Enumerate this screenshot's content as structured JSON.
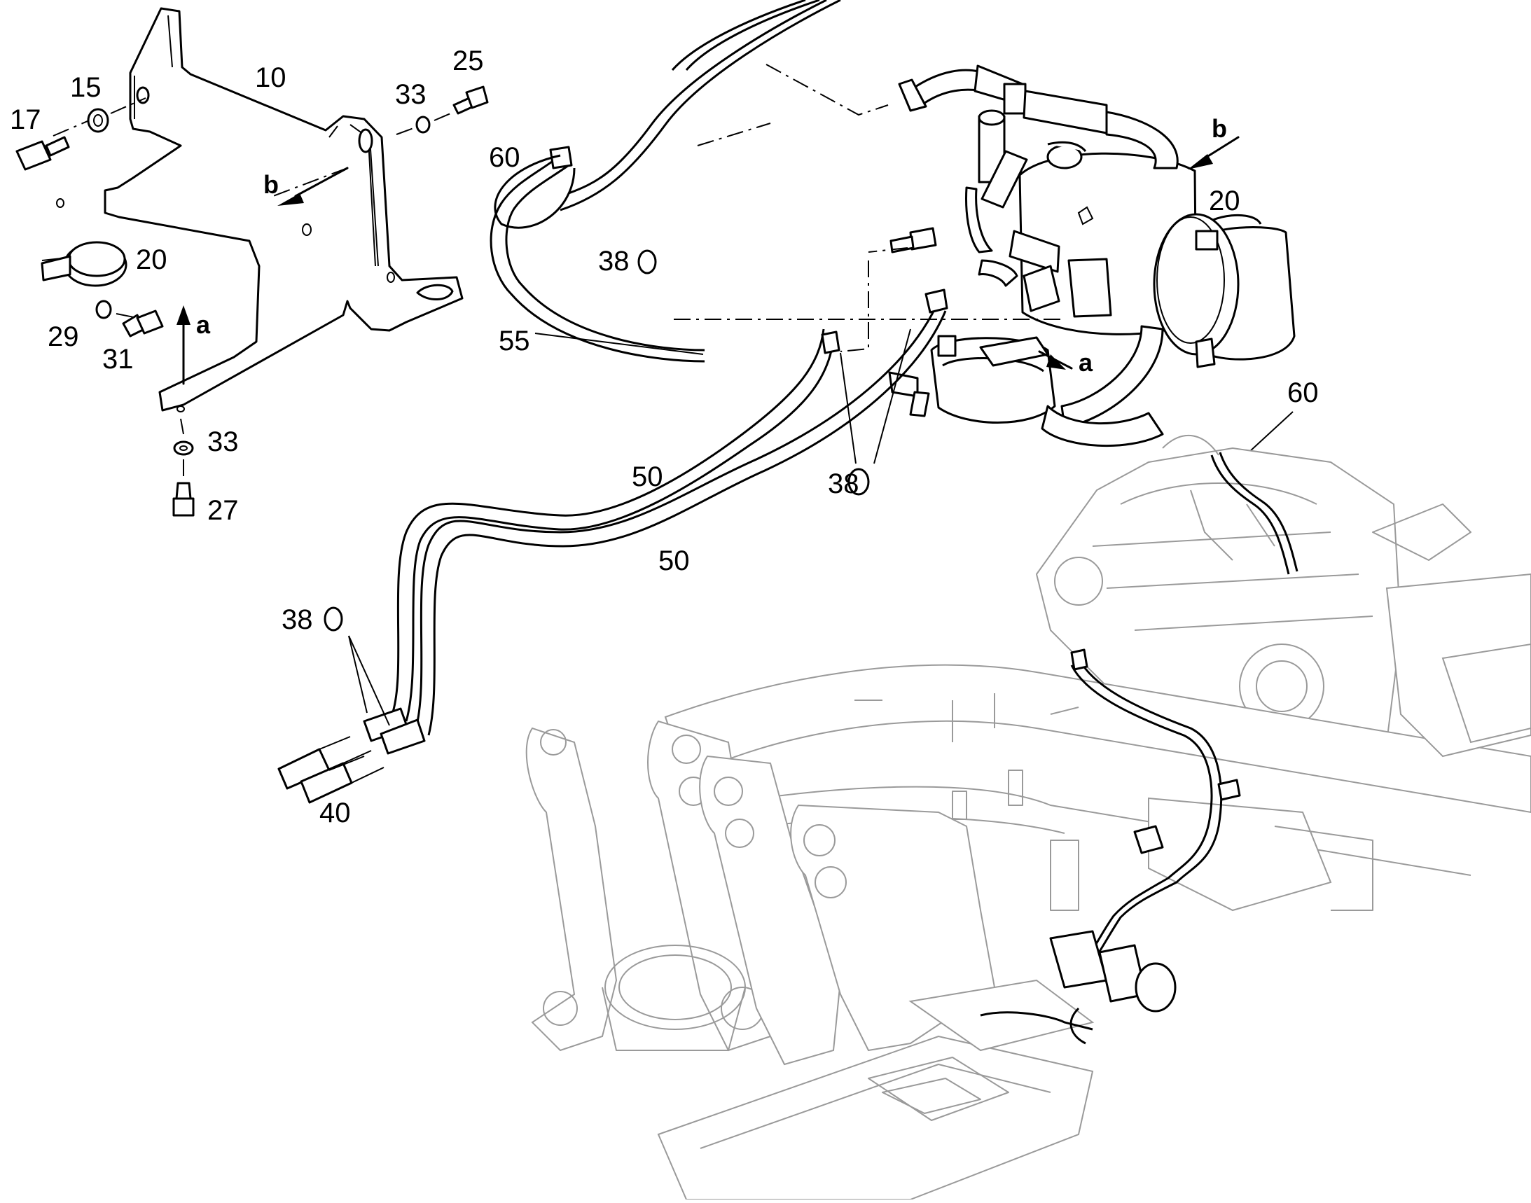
{
  "callouts": {
    "c10": "10",
    "c15": "15",
    "c17": "17",
    "c20_left": "20",
    "c20_right": "20",
    "c25": "25",
    "c27": "27",
    "c29": "29",
    "c31": "31",
    "c33_top": "33",
    "c33_bottom": "33",
    "c38_top": "38",
    "c38_mid": "38",
    "c38_left": "38",
    "c40": "40",
    "c50_upper": "50",
    "c50_lower": "50",
    "c55": "55",
    "c60_left": "60",
    "c60_right": "60"
  },
  "view_arrows": {
    "a_left": "a",
    "b_left": "b",
    "a_right": "a",
    "b_right": "b"
  },
  "colors": {
    "line": "#000000",
    "context_line": "#9a9a9a",
    "background": "#ffffff"
  }
}
